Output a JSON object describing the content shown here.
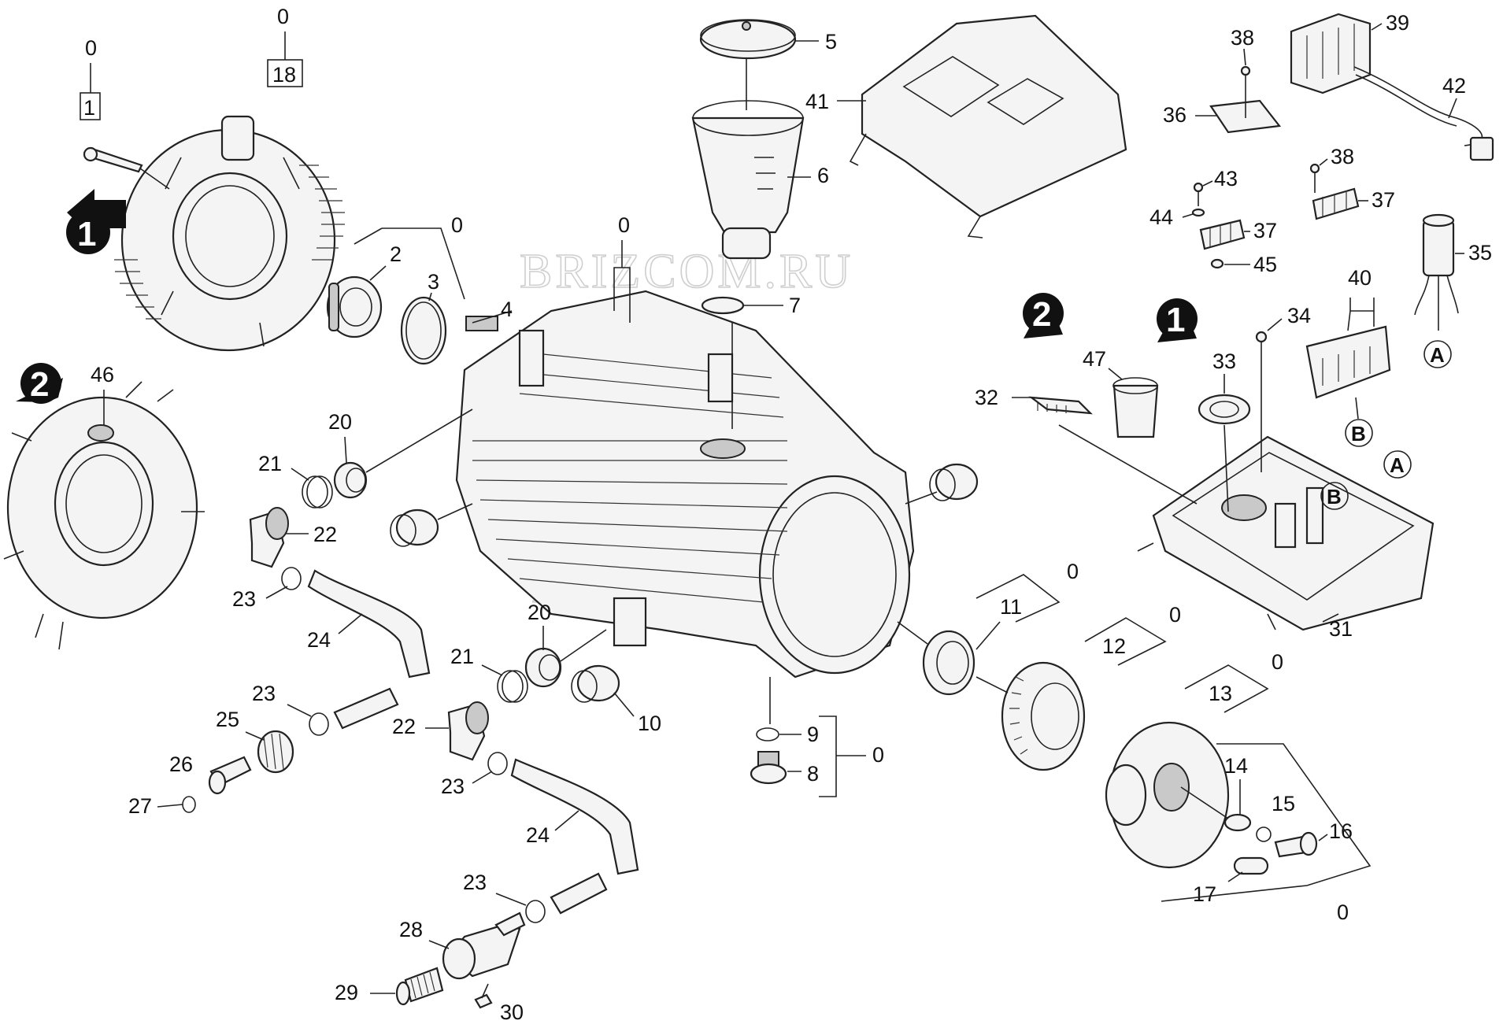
{
  "watermark": {
    "text": "BRIZCOM.RU"
  },
  "badges": {
    "one": "1",
    "two": "2"
  },
  "callouts": {
    "one": "1",
    "two": "2",
    "three": "3",
    "four": "4",
    "five": "5",
    "six": "6",
    "seven": "7",
    "eight": "8",
    "nine": "9",
    "ten": "10",
    "eleven": "11",
    "twelve": "12",
    "thirteen": "13",
    "fourteen": "14",
    "fifteen": "15",
    "sixteen": "16",
    "seventeen": "17",
    "eighteen": "18",
    "twenty": "20",
    "twentyone": "21",
    "twentytwo": "22",
    "twentythree": "23",
    "twentyfour": "24",
    "twentyfive": "25",
    "twentysix": "26",
    "twentyseven": "27",
    "twentyeight": "28",
    "twentynine": "29",
    "thirty": "30",
    "thirtyone": "31",
    "thirtytwo": "32",
    "thirtythree": "33",
    "thirtyfour": "34",
    "thirtyfive": "35",
    "thirtysix": "36",
    "thirtyseven": "37",
    "thirtyeight": "38",
    "thirtynine": "39",
    "forty": "40",
    "fortyone": "41",
    "fortytwo": "42",
    "fortythree": "43",
    "fortyfour": "44",
    "fortyfive": "45",
    "fortysix": "46",
    "fortyseven": "47",
    "zero": "0"
  },
  "connectors": {
    "a": "A",
    "b": "B"
  }
}
